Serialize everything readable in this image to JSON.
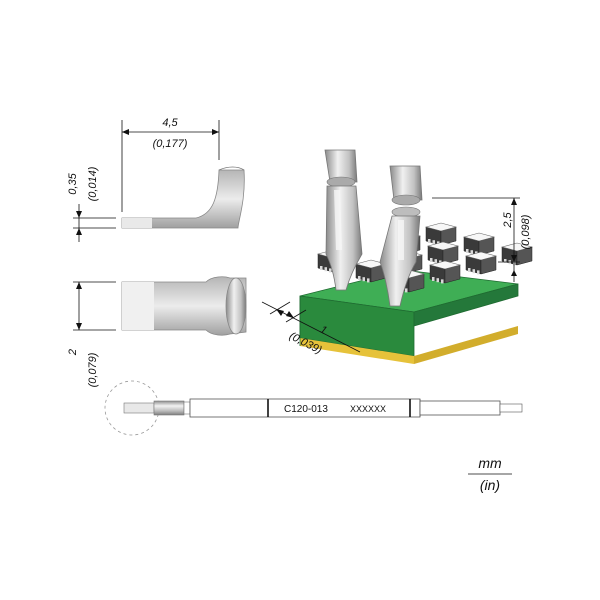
{
  "dimensions": {
    "tip_length": {
      "mm": "4,5",
      "in": "(0,177)"
    },
    "tip_thickness": {
      "mm": "0,35",
      "in": "(0,014)"
    },
    "tip_width": {
      "mm": "2",
      "in": "(0,079)"
    },
    "pitch": {
      "mm": "1",
      "in": "(0,039)"
    },
    "height": {
      "mm": "2,5",
      "in": "(0,098)"
    }
  },
  "cartridge": {
    "model": "C120-013",
    "serial": "XXXXXX"
  },
  "units": {
    "metric": "mm",
    "imperial": "(in)"
  },
  "colors": {
    "pcb": "#2e9a44",
    "metal": "#c9c9c9",
    "line": "#111111"
  }
}
